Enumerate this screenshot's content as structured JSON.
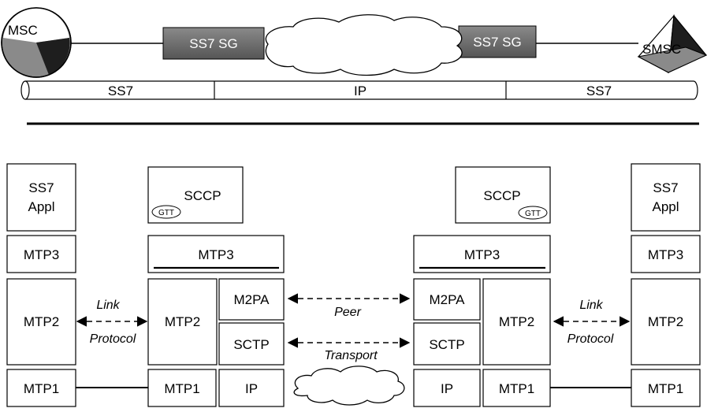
{
  "top": {
    "msc_label": "MSC",
    "smsc_label": "SMSC",
    "sg_left_label": "SS7 SG",
    "sg_right_label": "SS7 SG",
    "pipe_segments": [
      "SS7",
      "IP",
      "SS7"
    ]
  },
  "stacks": {
    "left_end": [
      "SS7",
      "Appl",
      "MTP3",
      "MTP2",
      "MTP1"
    ],
    "left_sg": {
      "sccp": "SCCP",
      "gtt": "GTT",
      "mtp3": "MTP3",
      "mtp2": "MTP2",
      "m2pa": "M2PA",
      "sctp": "SCTP",
      "mtp1": "MTP1",
      "ip": "IP"
    },
    "right_sg": {
      "sccp": "SCCP",
      "gtt": "GTT",
      "mtp3": "MTP3",
      "mtp2": "MTP2",
      "m2pa": "M2PA",
      "sctp": "SCTP",
      "mtp1": "MTP1",
      "ip": "IP"
    },
    "right_end": [
      "SS7",
      "Appl",
      "MTP3",
      "MTP2",
      "MTP1"
    ]
  },
  "arrows": {
    "link_left": [
      "Link",
      "Protocol"
    ],
    "peer": "Peer",
    "transport": "Transport",
    "link_right": [
      "Link",
      "Protocol"
    ]
  },
  "colors": {
    "sg_fill": "#6e6e6e",
    "msc_grey": "#8a8a8a",
    "msc_dark": "#1e1e1e"
  }
}
